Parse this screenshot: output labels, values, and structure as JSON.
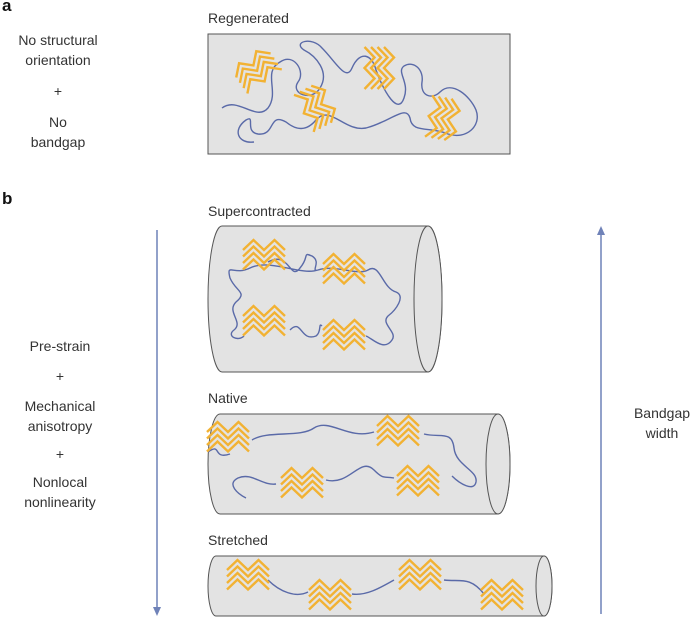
{
  "panel_a": {
    "letter": "a",
    "left_text": {
      "line1": "No structural",
      "line2": "orientation",
      "plus": "+",
      "line3": "No",
      "line4": "bandgap"
    },
    "state_label": "Regenerated"
  },
  "panel_b": {
    "letter": "b",
    "left_text": {
      "prestrain": "Pre-strain",
      "plus1": "+",
      "mech1": "Mechanical",
      "mech2": "anisotropy",
      "plus2": "+",
      "nl1": "Nonlocal",
      "nl2": "nonlinearity"
    },
    "states": [
      {
        "label": "Supercontracted"
      },
      {
        "label": "Native"
      },
      {
        "label": "Stretched"
      }
    ],
    "right_text": {
      "line1": "Bandgap",
      "line2": "width"
    }
  },
  "colors": {
    "chain": "#5a6aa8",
    "crystal": "#f2b233",
    "box_fill": "#e3e3e3",
    "box_stroke": "#555555",
    "arrow": "#6f82b8"
  }
}
